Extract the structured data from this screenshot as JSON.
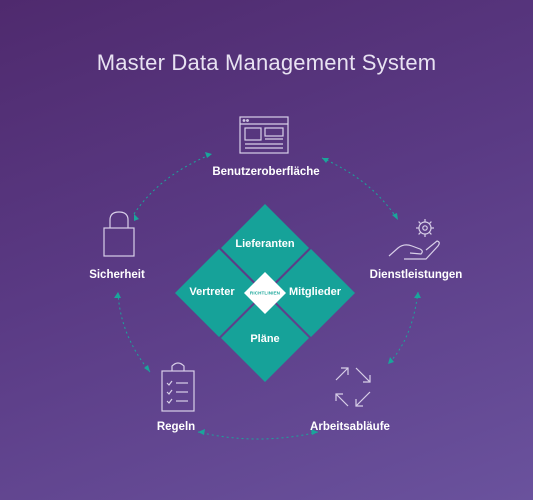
{
  "title": "Master Data Management System",
  "colors": {
    "teal": "#16a299",
    "icon": "#d8cfe8",
    "arrow": "#1aa59b"
  },
  "nodes": {
    "ui": {
      "label": "Benutzeroberfläche",
      "icon": "browser-window-icon"
    },
    "services": {
      "label": "Dienstleistungen",
      "icon": "gear-hand-icon"
    },
    "workflows": {
      "label": "Arbeitsabläufe",
      "icon": "arrows-cycle-icon"
    },
    "rules": {
      "label": "Regeln",
      "icon": "clipboard-checklist-icon"
    },
    "security": {
      "label": "Sicherheit",
      "icon": "padlock-icon"
    }
  },
  "center": {
    "top": "Lieferanten",
    "left": "Vertreter",
    "right": "Mitglieder",
    "bottom": "Pläne",
    "middle": "RICHTLINIEN"
  }
}
